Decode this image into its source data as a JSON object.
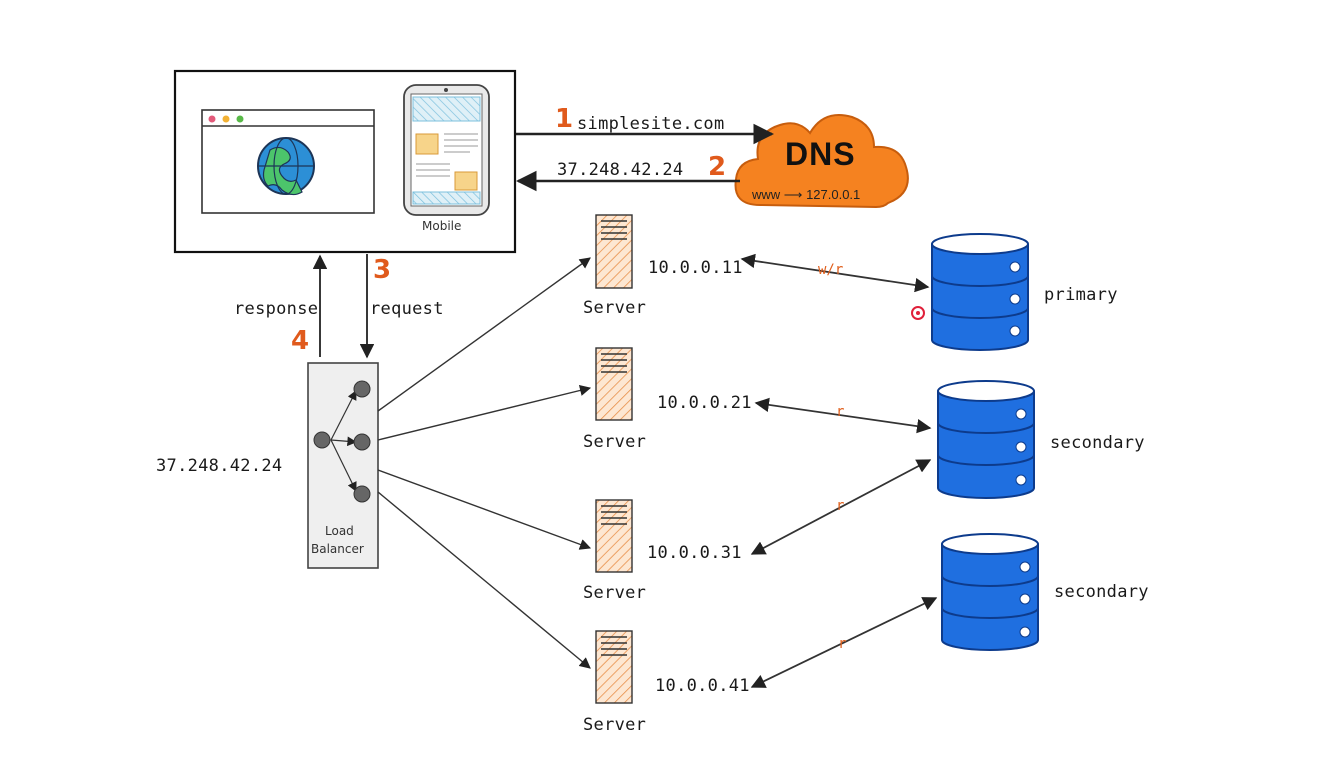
{
  "client": {
    "mobile_label": "Mobile"
  },
  "dns": {
    "title": "DNS",
    "record": "www",
    "record_ip": "127.0.0.1"
  },
  "flow": {
    "step1_number": "1",
    "step1_label": "simplesite.com",
    "step2_number": "2",
    "step2_label": "37.248.42.24",
    "step3_number": "3",
    "step3_label": "request",
    "step4_number": "4",
    "step4_label": "response"
  },
  "load_balancer": {
    "label_line1": "Load",
    "label_line2": "Balancer",
    "ip": "37.248.42.24"
  },
  "servers": [
    {
      "label": "Server",
      "ip": "10.0.0.11"
    },
    {
      "label": "Server",
      "ip": "10.0.0.21"
    },
    {
      "label": "Server",
      "ip": "10.0.0.31"
    },
    {
      "label": "Server",
      "ip": "10.0.0.41"
    }
  ],
  "databases": [
    {
      "label": "primary"
    },
    {
      "label": "secondary"
    },
    {
      "label": "secondary"
    }
  ],
  "db_links": [
    {
      "label": "w/r"
    },
    {
      "label": "r"
    },
    {
      "label": "r"
    },
    {
      "label": "r"
    }
  ],
  "colors": {
    "accent": "#e05a1c",
    "dns_cloud": "#f58220",
    "database": "#1a73e8",
    "server_hatch": "#e8904a"
  }
}
